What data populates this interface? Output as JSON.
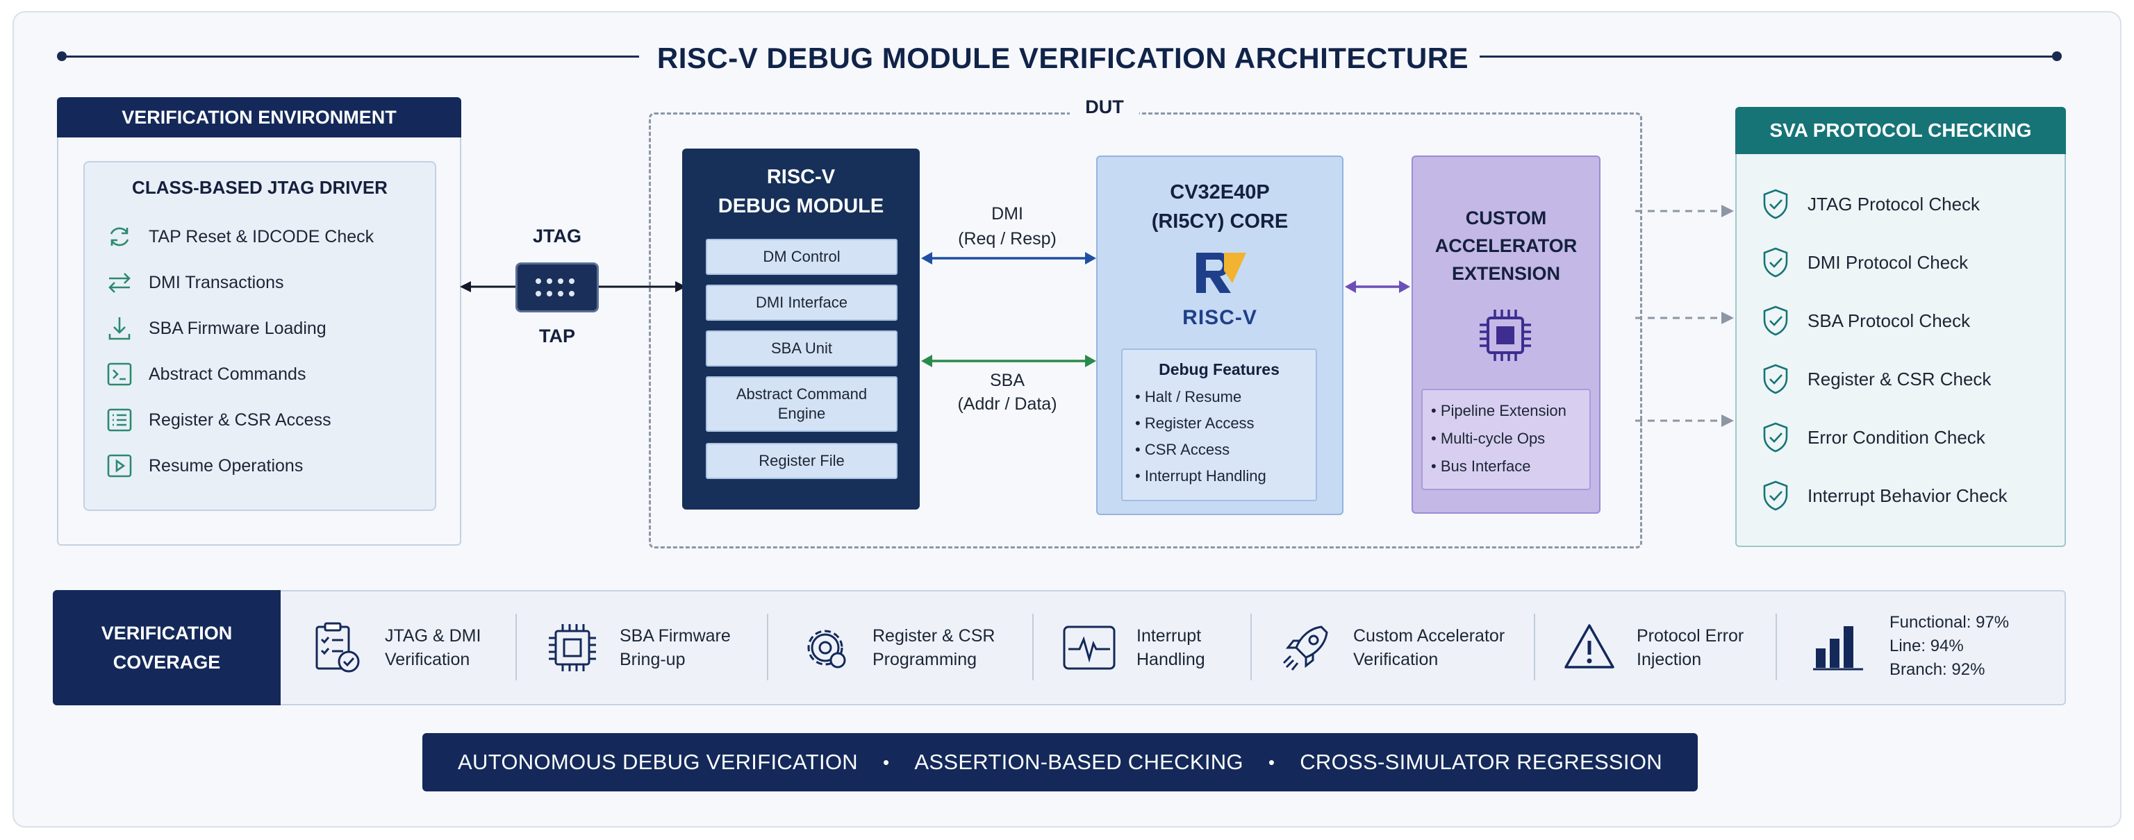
{
  "title": "RISC-V DEBUG MODULE VERIFICATION ARCHITECTURE",
  "env": {
    "header": "VERIFICATION ENVIRONMENT",
    "driver_title": "CLASS-BASED JTAG DRIVER",
    "items": [
      {
        "label": "TAP Reset & IDCODE Check",
        "icon": "refresh-icon"
      },
      {
        "label": "DMI Transactions",
        "icon": "swap-arrows-icon"
      },
      {
        "label": "SBA Firmware Loading",
        "icon": "download-icon"
      },
      {
        "label": "Abstract Commands",
        "icon": "terminal-icon"
      },
      {
        "label": "Register & CSR Access",
        "icon": "list-icon"
      },
      {
        "label": "Resume Operations",
        "icon": "play-icon"
      }
    ]
  },
  "jtag": {
    "label": "JTAG",
    "sublabel": "TAP"
  },
  "dut": {
    "label": "DUT",
    "debug_module": {
      "title_line1": "RISC-V",
      "title_line2": "DEBUG MODULE",
      "items": [
        "DM Control",
        "DMI Interface",
        "SBA Unit",
        "Abstract Command Engine",
        "Register File"
      ]
    },
    "dmi_link": {
      "label": "DMI",
      "sublabel": "(Req / Resp)"
    },
    "sba_link": {
      "label": "SBA",
      "sublabel": "(Addr / Data)"
    },
    "core": {
      "title_line1": "CV32E40P",
      "title_line2": "(RI5CY) CORE",
      "logo_text": "RISC-V",
      "features_title": "Debug Features",
      "features": [
        "Halt / Resume",
        "Register Access",
        "CSR Access",
        "Interrupt Handling"
      ]
    },
    "accelerator": {
      "title_line1": "CUSTOM",
      "title_line2": "ACCELERATOR",
      "title_line3": "EXTENSION",
      "features": [
        "Pipeline Extension",
        "Multi-cycle Ops",
        "Bus Interface"
      ]
    }
  },
  "sva": {
    "header": "SVA PROTOCOL CHECKING",
    "items": [
      "JTAG Protocol Check",
      "DMI Protocol Check",
      "SBA Protocol Check",
      "Register & CSR Check",
      "Error Condition Check",
      "Interrupt Behavior Check"
    ]
  },
  "coverage": {
    "header_line1": "VERIFICATION",
    "header_line2": "COVERAGE",
    "items": [
      {
        "line1": "JTAG & DMI",
        "line2": "Verification",
        "icon": "checklist-icon"
      },
      {
        "line1": "SBA Firmware",
        "line2": "Bring-up",
        "icon": "chip-icon"
      },
      {
        "line1": "Register & CSR",
        "line2": "Programming",
        "icon": "gear-icon"
      },
      {
        "line1": "Interrupt",
        "line2": "Handling",
        "icon": "waveform-icon"
      },
      {
        "line1": "Custom Accelerator",
        "line2": "Verification",
        "icon": "rocket-icon"
      },
      {
        "line1": "Protocol Error",
        "line2": "Injection",
        "icon": "warning-icon"
      }
    ],
    "metrics": {
      "functional": "Functional: 97%",
      "line": "Line: 94%",
      "branch": "Branch: 92%",
      "icon": "bar-chart-icon"
    }
  },
  "footer": {
    "items": [
      "AUTONOMOUS DEBUG VERIFICATION",
      "ASSERTION-BASED CHECKING",
      "CROSS-SIMULATOR REGRESSION"
    ],
    "separator": "•"
  },
  "colors": {
    "navy": "#14295a",
    "teal": "#167477",
    "core_blue": "#c6daf3",
    "accel_purple": "#c4b8e7",
    "dmi_arrow": "#1f4fa3",
    "sba_arrow": "#2a8a4a",
    "accel_arrow": "#6c4fb6"
  }
}
